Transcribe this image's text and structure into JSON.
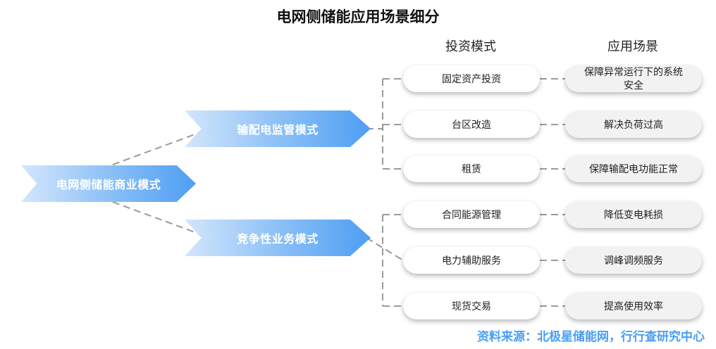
{
  "title": "电网侧储能应用场景细分",
  "headers": {
    "investment": "投资模式",
    "scene": "应用场景"
  },
  "root": "电网侧储能商业模式",
  "branches": [
    {
      "label": "输配电监管模式",
      "items": [
        {
          "investment": "固定资产投资",
          "scene": "保障异常运行下的系统安全"
        },
        {
          "investment": "台区改造",
          "scene": "解决负荷过高"
        },
        {
          "investment": "租赁",
          "scene": "保障输配电功能正常"
        }
      ]
    },
    {
      "label": "竞争性业务模式",
      "items": [
        {
          "investment": "合同能源管理",
          "scene": "降低变电耗损"
        },
        {
          "investment": "电力辅助服务",
          "scene": "调峰调频服务"
        },
        {
          "investment": "现货交易",
          "scene": "提高使用效率"
        }
      ]
    }
  ],
  "source": "资料来源：北极星储能网，行行查研究中心",
  "colors": {
    "chevron_start": "#d3e6fc",
    "chevron_end": "#4e9ef3",
    "source_text": "#4a9ef5",
    "connector": "#9a9a9a"
  }
}
